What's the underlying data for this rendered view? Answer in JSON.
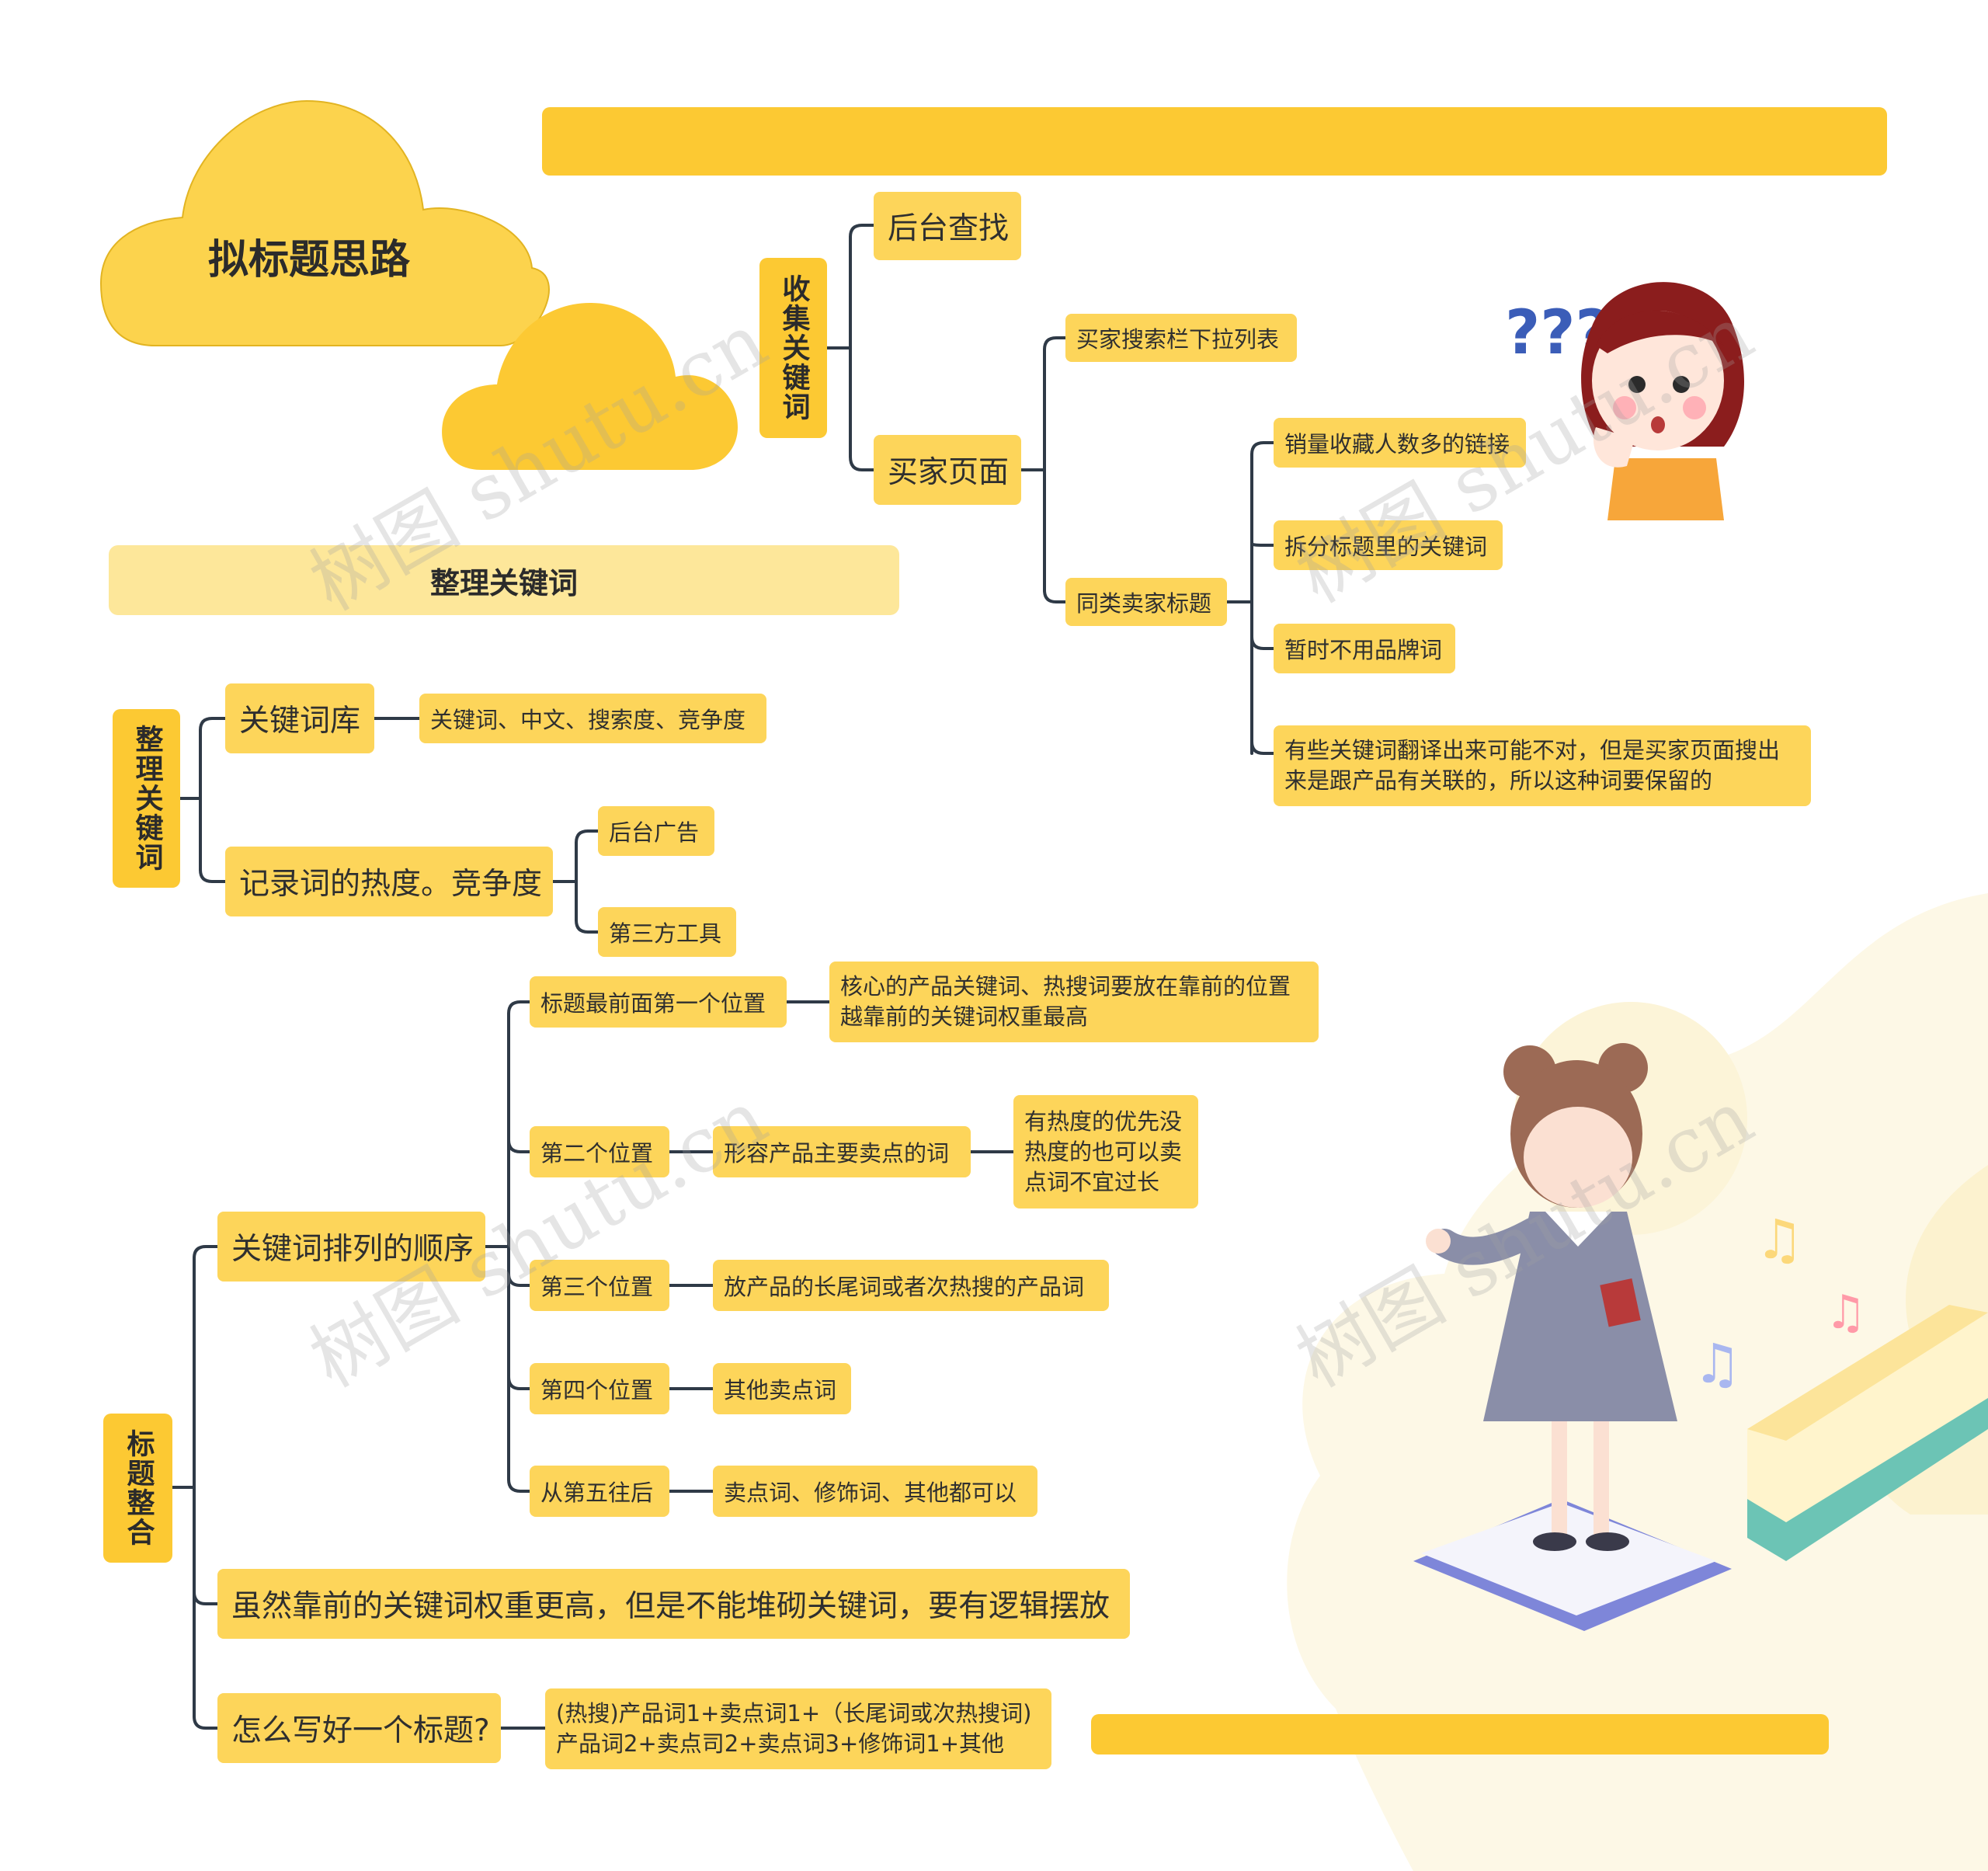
{
  "title": "拟标题思路",
  "section_header": "整理关键词",
  "branch1": {
    "label": "收集关键词",
    "children": {
      "backend": "后台查找",
      "buyer_page": "买家页面",
      "search_dropdown": "买家搜索栏下拉列表",
      "similar_titles": "同类卖家标题",
      "leaves": [
        "销量收藏人数多的链接",
        "拆分标题里的关键词",
        "暂时不用品牌词",
        "有些关键词翻译出来可能不对，但是买家页面搜出来是跟产品有关联的，所以这种词要保留的"
      ]
    }
  },
  "branch2": {
    "label": "整理关键词",
    "keyword_lib": "关键词库",
    "keyword_lib_fields": "关键词、中文、搜索度、竞争度",
    "heat": "记录词的热度。竞争度",
    "heat_sources": [
      "后台广告",
      "第三方工具"
    ]
  },
  "branch3": {
    "label": "标题整合",
    "order": "关键词排列的顺序",
    "positions": [
      {
        "pos": "标题最前面第一个位置",
        "desc": "核心的产品关键词、热搜词要放在靠前的位置越靠前的关键词权重最高"
      },
      {
        "pos": "第二个位置",
        "desc": "形容产品主要卖点的词",
        "note": "有热度的优先没热度的也可以卖点词不宜过长"
      },
      {
        "pos": "第三个位置",
        "desc": "放产品的长尾词或者次热搜的产品词"
      },
      {
        "pos": "第四个位置",
        "desc": "其他卖点词"
      },
      {
        "pos": "从第五往后",
        "desc": "卖点词、修饰词、其他都可以"
      }
    ],
    "logic_note": "虽然靠前的关键词权重更高，但是不能堆砌关键词，要有逻辑摆放",
    "howto": "怎么写好一个标题?",
    "formula": "(热搜)产品词1+卖点词1+（长尾词或次热搜词)产品词2+卖点司2+卖点词3+修饰词1+其他"
  },
  "watermark_text": "树图 shutu.cn",
  "colors": {
    "accent": "#fcc933",
    "node": "#fdd55a",
    "light": "#fde79a",
    "line": "#2f3a47"
  }
}
